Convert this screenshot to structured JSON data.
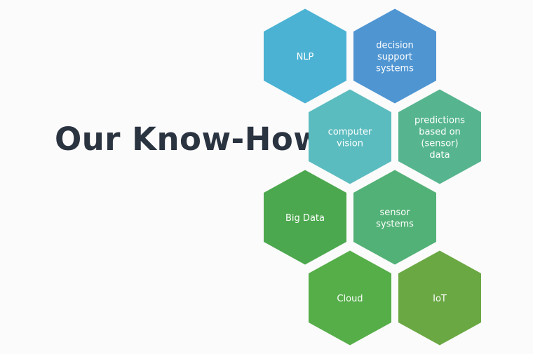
{
  "title": "Our Know-How",
  "hexagons": [
    {
      "lines": [
        "NLP"
      ],
      "color": "#4bb2d3"
    },
    {
      "lines": [
        "decision",
        "support",
        "systems"
      ],
      "color": "#4f95d2"
    },
    {
      "lines": [
        "computer",
        "vision"
      ],
      "color": "#5bbcbf"
    },
    {
      "lines": [
        "predictions",
        "based on",
        "(sensor)",
        "data"
      ],
      "color": "#56b58f"
    },
    {
      "lines": [
        "Big Data"
      ],
      "color": "#4ca84e"
    },
    {
      "lines": [
        "sensor",
        "systems"
      ],
      "color": "#52b176"
    },
    {
      "lines": [
        "Cloud"
      ],
      "color": "#55ae48"
    },
    {
      "lines": [
        "IoT"
      ],
      "color": "#6aa844"
    }
  ]
}
